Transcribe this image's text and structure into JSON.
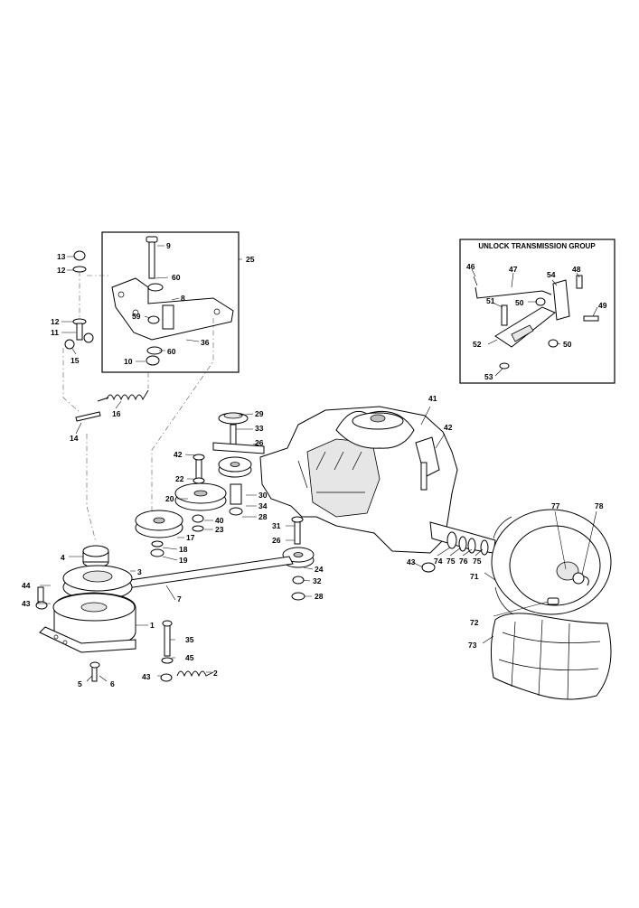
{
  "inset": {
    "title": "UNLOCK TRANSMISSION GROUP",
    "labels": [
      "46",
      "47",
      "54",
      "48",
      "51",
      "50",
      "49",
      "52",
      "50",
      "53"
    ]
  },
  "bracket_group": {
    "labels": [
      "9",
      "25",
      "60",
      "8",
      "59",
      "36",
      "60",
      "10"
    ]
  },
  "callouts": {
    "left": [
      "13",
      "12",
      "12",
      "11",
      "15",
      "16",
      "14"
    ],
    "pulleys": [
      "29",
      "33",
      "26",
      "42",
      "22",
      "30",
      "20",
      "34",
      "28",
      "40",
      "23",
      "17",
      "18",
      "19",
      "31",
      "26"
    ],
    "transaxle": [
      "41",
      "42",
      "24",
      "32",
      "28",
      "43",
      "74",
      "75",
      "76",
      "75",
      "77",
      "78",
      "71",
      "72",
      "73"
    ],
    "clutch": [
      "4",
      "3",
      "7",
      "44",
      "43",
      "1",
      "35",
      "45",
      "43",
      "2",
      "5",
      "6"
    ]
  }
}
